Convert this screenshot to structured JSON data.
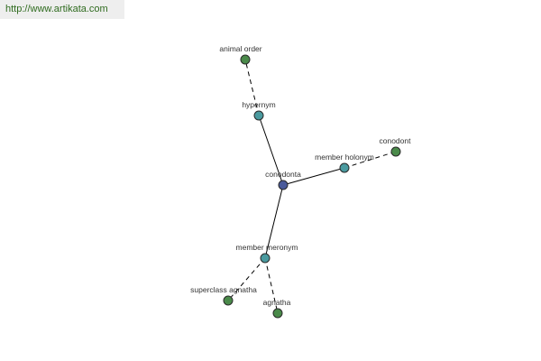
{
  "banner": {
    "url_text": "http://www.artikata.com"
  },
  "colors": {
    "root": "#4a5a9a",
    "relation": "#4a9a9f",
    "leaf": "#4a8a4a"
  },
  "graph": {
    "nodes": [
      {
        "id": "conodonta",
        "label": "conodonta",
        "kind": "root"
      },
      {
        "id": "hypernym",
        "label": "hypernym",
        "kind": "relation"
      },
      {
        "id": "animal_order",
        "label": "animal order",
        "kind": "leaf"
      },
      {
        "id": "member_holonym",
        "label": "member holonym",
        "kind": "relation"
      },
      {
        "id": "conodont",
        "label": "conodont",
        "kind": "leaf"
      },
      {
        "id": "member_meronym",
        "label": "member meronym",
        "kind": "relation"
      },
      {
        "id": "superclass_agnatha",
        "label": "superclass agnatha",
        "kind": "leaf"
      },
      {
        "id": "agnatha",
        "label": "agnatha",
        "kind": "leaf"
      }
    ],
    "edges": [
      {
        "from": "conodonta",
        "to": "hypernym",
        "style": "solid"
      },
      {
        "from": "hypernym",
        "to": "animal_order",
        "style": "dashed"
      },
      {
        "from": "conodonta",
        "to": "member_holonym",
        "style": "solid"
      },
      {
        "from": "member_holonym",
        "to": "conodont",
        "style": "dashed"
      },
      {
        "from": "conodonta",
        "to": "member_meronym",
        "style": "solid"
      },
      {
        "from": "member_meronym",
        "to": "superclass_agnatha",
        "style": "dashed"
      },
      {
        "from": "member_meronym",
        "to": "agnatha",
        "style": "dashed"
      }
    ]
  }
}
